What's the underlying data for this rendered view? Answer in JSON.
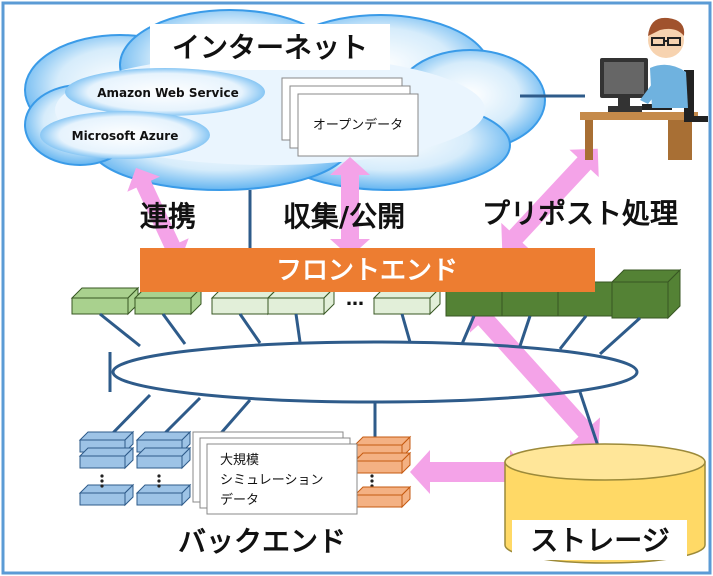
{
  "cloud": {
    "title": "インターネット",
    "services": [
      "Amazon Web Service",
      "Microsoft Azure"
    ],
    "open_data": "オープンデータ"
  },
  "links": {
    "cooperation": "連携",
    "collect_publish": "収集/公開",
    "pre_post": "プリポスト処理"
  },
  "frontend": {
    "label": "フロントエンド",
    "ellipsis": "…"
  },
  "backend": {
    "label": "バックエンド"
  },
  "simulation": {
    "lines": [
      "大規模",
      "シミュレーション",
      "データ"
    ]
  },
  "storage": {
    "label": "ストレージ"
  },
  "colors": {
    "frame": "#5b9bd5",
    "cloud": "#4aa8ee",
    "frontend": "#ed7d31",
    "arrow": "#f4a3e8",
    "network": "#2e5b8a",
    "storage": "#ffd966",
    "green_light": "#a9d18e",
    "green_dark": "#548235",
    "blue_node": "#9dc3e6",
    "orange_node": "#f4b183"
  }
}
